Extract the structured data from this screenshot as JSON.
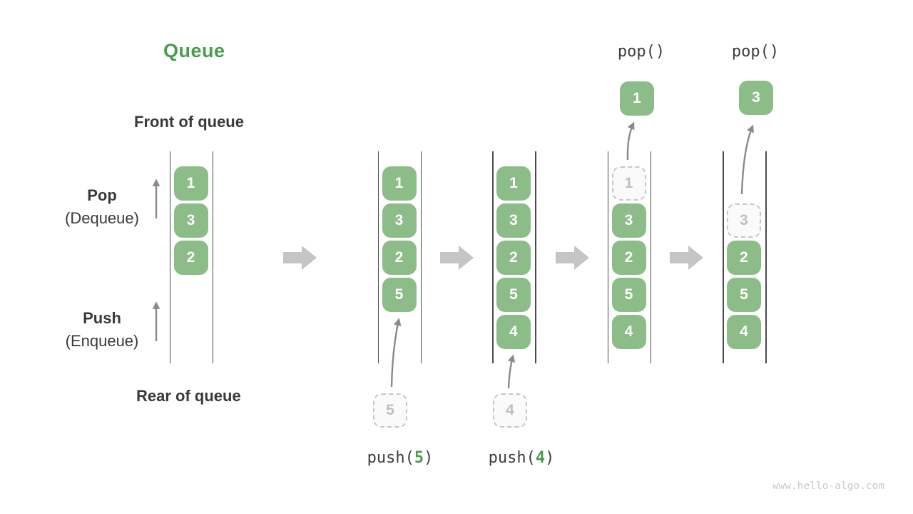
{
  "title": "Queue",
  "labels": {
    "front": "Front of queue",
    "rear": "Rear of queue",
    "pop_title": "Pop",
    "pop_sub": "(Dequeue)",
    "push_title": "Push",
    "push_sub": "(Enqueue)"
  },
  "watermark": "www.hello-algo.com",
  "colors": {
    "element_green": "#8cbd89",
    "accent_green": "#4a9b50",
    "text_dark": "#3a3a3a",
    "thin_arrow_gray": "#8a8a8a",
    "step_arrow_gray": "#c5c5c5",
    "dashed_border_gray": "#c7c7c7",
    "dashed_text_gray": "#bfbfbf",
    "wall_gray": "#4b4b4b",
    "watermark_gray": "#c9c9c9"
  },
  "icons": {
    "step_arrow": "block-arrow-right-icon",
    "flow_arrow": "thin-arrow-icon"
  },
  "steps": [
    {
      "name": "initial-queue",
      "cells": [
        {
          "row": 0,
          "value": "1",
          "style": "solid"
        },
        {
          "row": 1,
          "value": "3",
          "style": "solid"
        },
        {
          "row": 2,
          "value": "2",
          "style": "solid"
        }
      ]
    },
    {
      "name": "after-push-5",
      "cells": [
        {
          "row": 0,
          "value": "1",
          "style": "solid"
        },
        {
          "row": 1,
          "value": "3",
          "style": "solid"
        },
        {
          "row": 2,
          "value": "2",
          "style": "solid"
        },
        {
          "row": 3,
          "value": "5",
          "style": "solid"
        }
      ],
      "pushed": {
        "value": "5"
      },
      "op": {
        "prefix": "push(",
        "arg": "5",
        "suffix": ")"
      }
    },
    {
      "name": "after-push-4",
      "cells": [
        {
          "row": 0,
          "value": "1",
          "style": "solid"
        },
        {
          "row": 1,
          "value": "3",
          "style": "solid"
        },
        {
          "row": 2,
          "value": "2",
          "style": "solid"
        },
        {
          "row": 3,
          "value": "5",
          "style": "solid"
        },
        {
          "row": 4,
          "value": "4",
          "style": "solid"
        }
      ],
      "pushed": {
        "value": "4"
      },
      "op": {
        "prefix": "push(",
        "arg": "4",
        "suffix": ")"
      }
    },
    {
      "name": "pop-1",
      "cells": [
        {
          "row": 0,
          "value": "1",
          "style": "dashed"
        },
        {
          "row": 1,
          "value": "3",
          "style": "solid"
        },
        {
          "row": 2,
          "value": "2",
          "style": "solid"
        },
        {
          "row": 3,
          "value": "5",
          "style": "solid"
        },
        {
          "row": 4,
          "value": "4",
          "style": "solid"
        }
      ],
      "popped": {
        "value": "1"
      },
      "op": {
        "prefix": "pop()",
        "arg": "",
        "suffix": ""
      }
    },
    {
      "name": "pop-3",
      "cells": [
        {
          "row": 1,
          "value": "3",
          "style": "dashed"
        },
        {
          "row": 2,
          "value": "2",
          "style": "solid"
        },
        {
          "row": 3,
          "value": "5",
          "style": "solid"
        },
        {
          "row": 4,
          "value": "4",
          "style": "solid"
        }
      ],
      "popped": {
        "value": "3"
      },
      "op": {
        "prefix": "pop()",
        "arg": "",
        "suffix": ""
      }
    }
  ]
}
